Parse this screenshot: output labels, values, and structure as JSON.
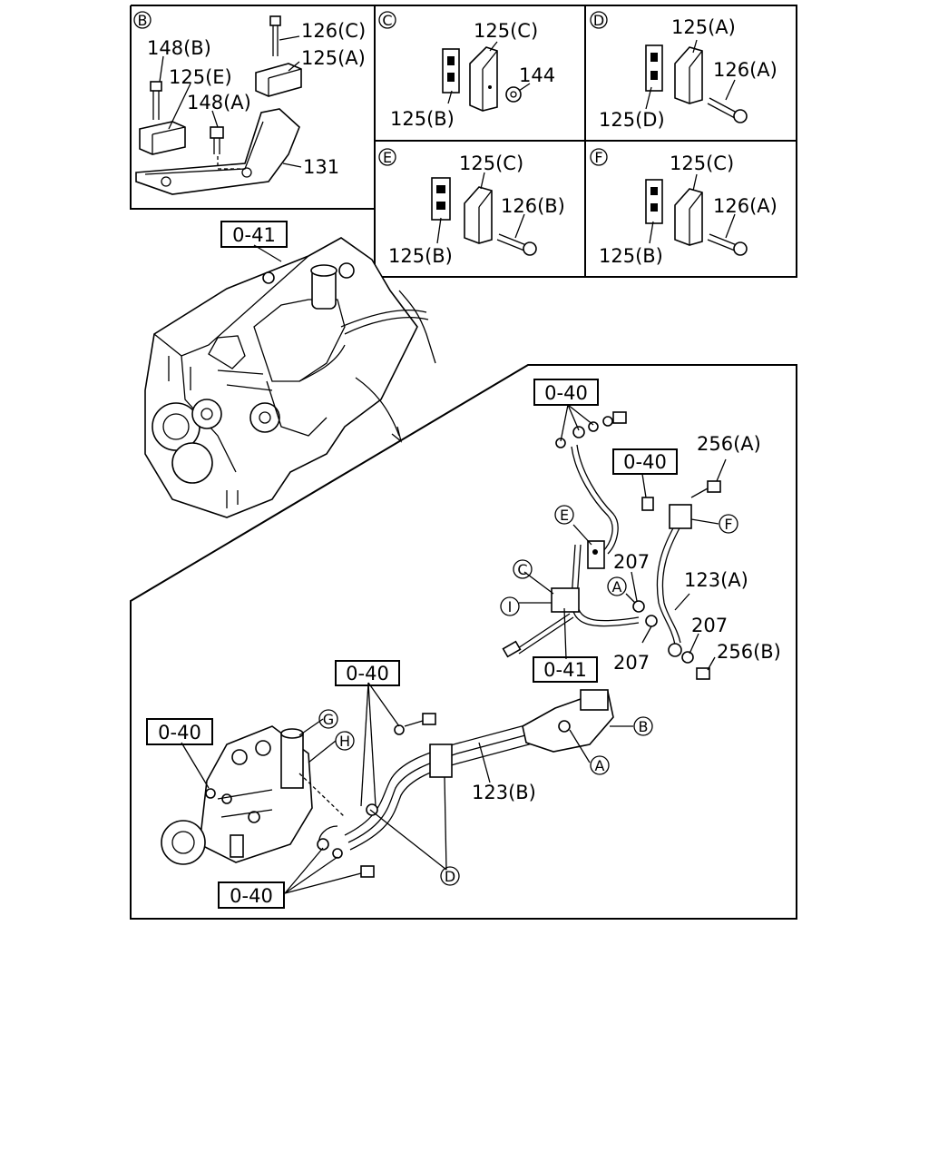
{
  "panels": {
    "B": {
      "letter": "B",
      "labels": [
        "126(C)",
        "148(B)",
        "125(A)",
        "125(E)",
        "148(A)",
        "131"
      ]
    },
    "C": {
      "letter": "C",
      "labels": [
        "125(C)",
        "144",
        "125(B)"
      ]
    },
    "D": {
      "letter": "D",
      "labels": [
        "125(A)",
        "126(A)",
        "125(D)"
      ]
    },
    "E": {
      "letter": "E",
      "labels": [
        "125(C)",
        "126(B)",
        "125(B)"
      ]
    },
    "F": {
      "letter": "F",
      "labels": [
        "125(C)",
        "126(A)",
        "125(B)"
      ]
    }
  },
  "refs": {
    "engine": "0-41",
    "upper_clip": "0-40",
    "bracket_clip": "0-40",
    "lower": "0-41",
    "center": "0-40",
    "pump": "0-40",
    "bottom": "0-40"
  },
  "main": {
    "labels": [
      "256(A)",
      "123(A)",
      "207",
      "207",
      "207",
      "256(B)",
      "123(B)"
    ],
    "callouts": [
      "E",
      "F",
      "A",
      "C",
      "I",
      "G",
      "H",
      "B",
      "A",
      "D"
    ]
  }
}
